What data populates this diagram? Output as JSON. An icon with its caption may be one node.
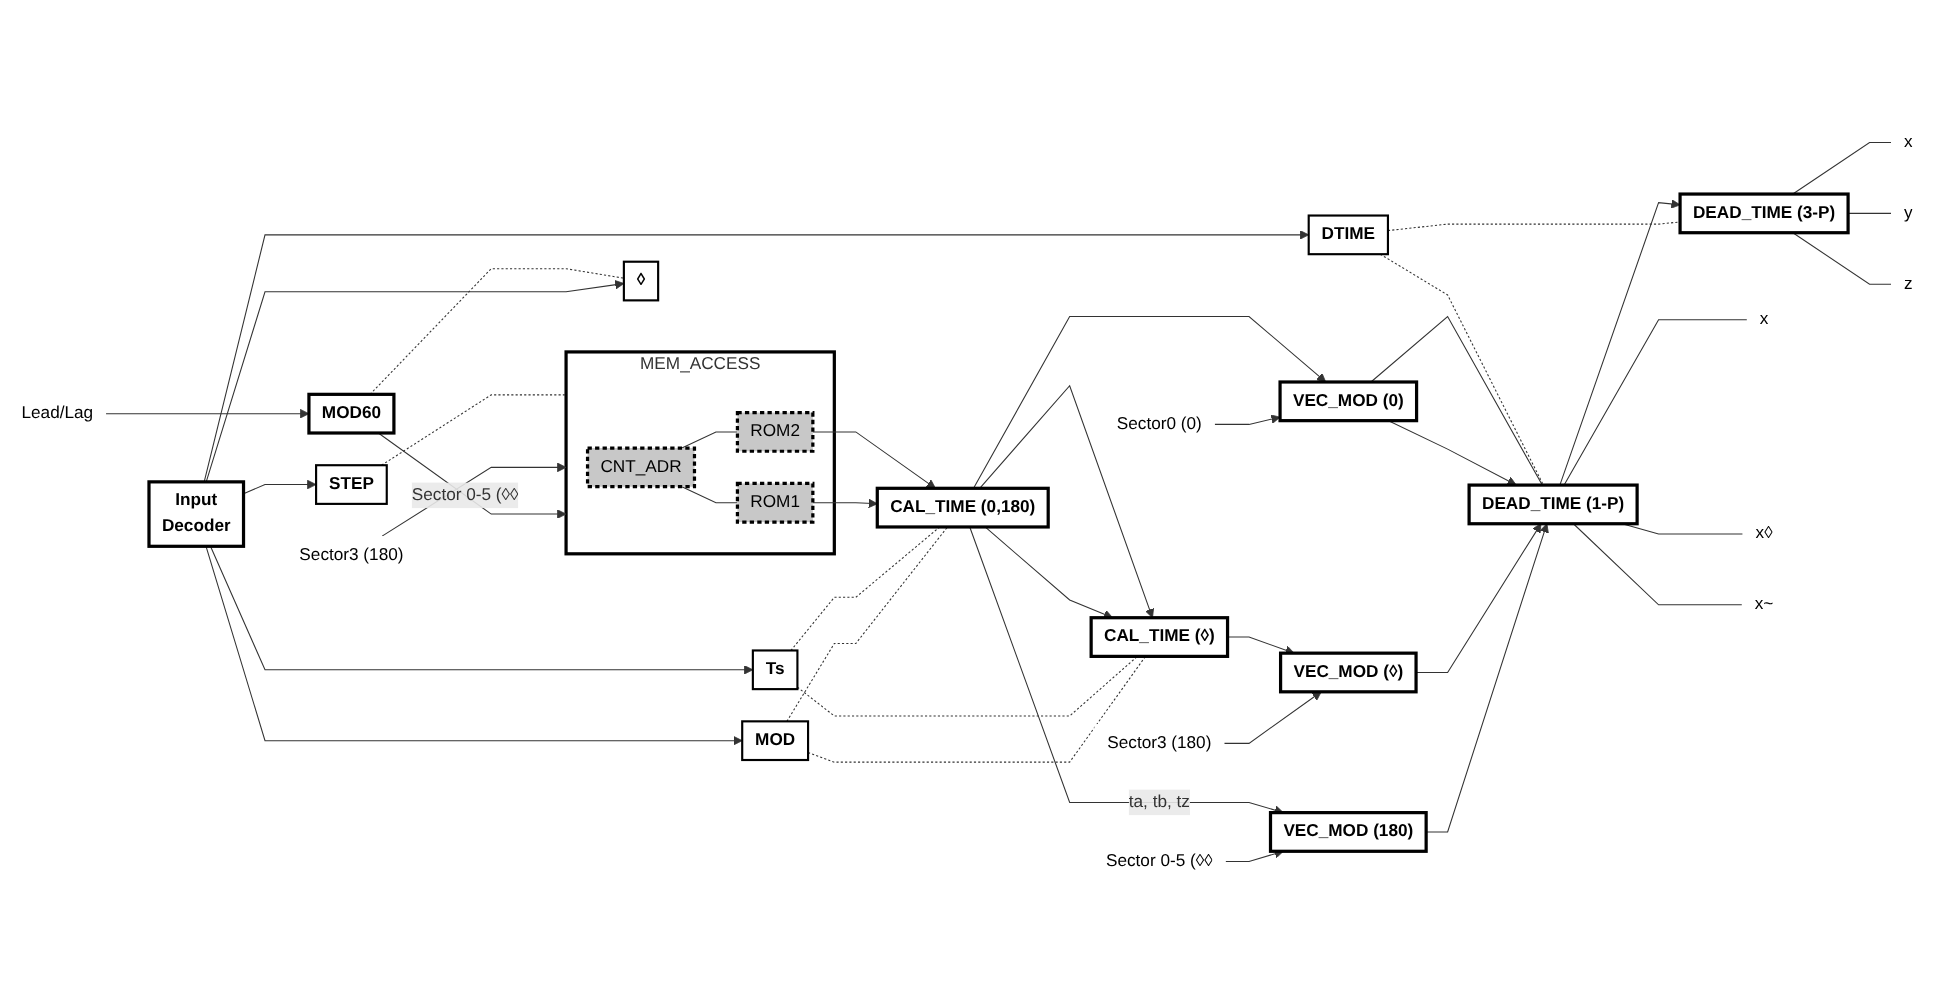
{
  "diagram": {
    "nodes": [
      {
        "text": [
          "Input Decoder"
        ]
      },
      {
        "text": [
          "DTIME"
        ]
      },
      {
        "text": [
          "MOD"
        ]
      },
      {
        "text": [
          "Ts"
        ]
      },
      {
        "text": [
          "◊"
        ]
      },
      {
        "text": [
          "STEP"
        ]
      },
      {
        "text": [
          "Lead/Lag"
        ]
      },
      {
        "text": [
          "MOD60"
        ]
      },
      {
        "text": [
          "Sector3 (180)"
        ]
      },
      {
        "text": [
          "MEM_ACCESS"
        ]
      },
      {
        "text": [
          "CNT_ADR"
        ],
        "in": 9
      },
      {
        "text": [
          "ROM1"
        ],
        "in": 9
      },
      {
        "text": [
          "ROM2"
        ],
        "in": 9
      },
      {
        "text": [
          "CAL_TIME (◊)"
        ]
      },
      {
        "text": [
          "CAL_TIME (0,180)"
        ]
      },
      {
        "text": [
          "Sector 0-5 (◊◊"
        ]
      },
      {
        "text": [
          "Sector3 (180)"
        ]
      },
      {
        "text": [
          "Sector0 (0)"
        ]
      },
      {
        "text": [
          "VEC_MOD (180)"
        ]
      },
      {
        "text": [
          "VEC_MOD (◊)"
        ]
      },
      {
        "text": [
          "VEC_MOD (0)"
        ]
      },
      {
        "text": [
          "DEAD_TIME (1-P)"
        ]
      },
      {
        "text": [
          "DEAD_TIME (3-P)"
        ]
      },
      {
        "text": [
          "x"
        ]
      },
      {
        "text": [
          "x◊"
        ]
      },
      {
        "text": [
          "x~"
        ]
      },
      {
        "text": [
          "x"
        ]
      },
      {
        "text": [
          "y"
        ]
      },
      {
        "text": [
          "z"
        ]
      }
    ],
    "edges": [
      {
        "from": 0,
        "to": 1,
        "arrow": "to"
      },
      {
        "from": 0,
        "to": 2,
        "arrow": "to"
      },
      {
        "from": 0,
        "to": 3,
        "arrow": "to"
      },
      {
        "from": 0,
        "to": 4,
        "arrow": "to"
      },
      {
        "from": 0,
        "to": 5,
        "arrow": "to"
      },
      {
        "from": 6,
        "to": 7,
        "arrow": "to"
      },
      {
        "from": 7,
        "to": 4,
        "arrow": "none",
        "style": "dashed"
      },
      {
        "from": 7,
        "to": 9,
        "arrow": "to",
        "label": "Sector 0-5 (◊◊"
      },
      {
        "from": 8,
        "to": 9,
        "arrow": "to"
      },
      {
        "from": 5,
        "to": 9,
        "arrow": "none",
        "style": "dashed"
      },
      {
        "from": 10,
        "to": 11,
        "arrow": "none"
      },
      {
        "from": 10,
        "to": 12,
        "arrow": "none"
      },
      {
        "from": 2,
        "to": 13,
        "arrow": "none",
        "style": "dashed"
      },
      {
        "from": 3,
        "to": 13,
        "arrow": "none",
        "style": "dashed"
      },
      {
        "from": 2,
        "to": 14,
        "arrow": "none",
        "style": "dashed"
      },
      {
        "from": 3,
        "to": 14,
        "arrow": "none",
        "style": "dashed"
      },
      {
        "from": 11,
        "to": 14,
        "arrow": "to"
      },
      {
        "from": 12,
        "to": 14,
        "arrow": "to"
      },
      {
        "from": 14,
        "to": 13,
        "arrow": "to"
      },
      {
        "from": 14,
        "to": 13,
        "arrow": "to"
      },
      {
        "from": 15,
        "to": 18,
        "arrow": "to"
      },
      {
        "from": 16,
        "to": 19,
        "arrow": "to"
      },
      {
        "from": 17,
        "to": 20,
        "arrow": "to"
      },
      {
        "from": 13,
        "to": 19,
        "arrow": "to"
      },
      {
        "from": 14,
        "to": 18,
        "arrow": "to",
        "label": "ta, tb, tz"
      },
      {
        "from": 14,
        "to": 20,
        "arrow": "to"
      },
      {
        "from": 18,
        "to": 21,
        "arrow": "to"
      },
      {
        "from": 19,
        "to": 21,
        "arrow": "to"
      },
      {
        "from": 20,
        "to": 21,
        "arrow": "to"
      },
      {
        "from": 20,
        "to": 21,
        "arrow": "none"
      },
      {
        "from": 1,
        "to": 21,
        "arrow": "none",
        "style": "dashed"
      },
      {
        "from": 1,
        "to": 22,
        "arrow": "none",
        "style": "dashed"
      },
      {
        "from": 21,
        "to": 22,
        "arrow": "to"
      },
      {
        "from": 21,
        "to": 23,
        "arrow": "none"
      },
      {
        "from": 21,
        "to": 24,
        "arrow": "none"
      },
      {
        "from": 21,
        "to": 25,
        "arrow": "none"
      },
      {
        "from": 22,
        "to": 26,
        "arrow": "none"
      },
      {
        "from": 22,
        "to": 27,
        "arrow": "none"
      },
      {
        "from": 22,
        "to": 28,
        "arrow": "none"
      }
    ]
  }
}
